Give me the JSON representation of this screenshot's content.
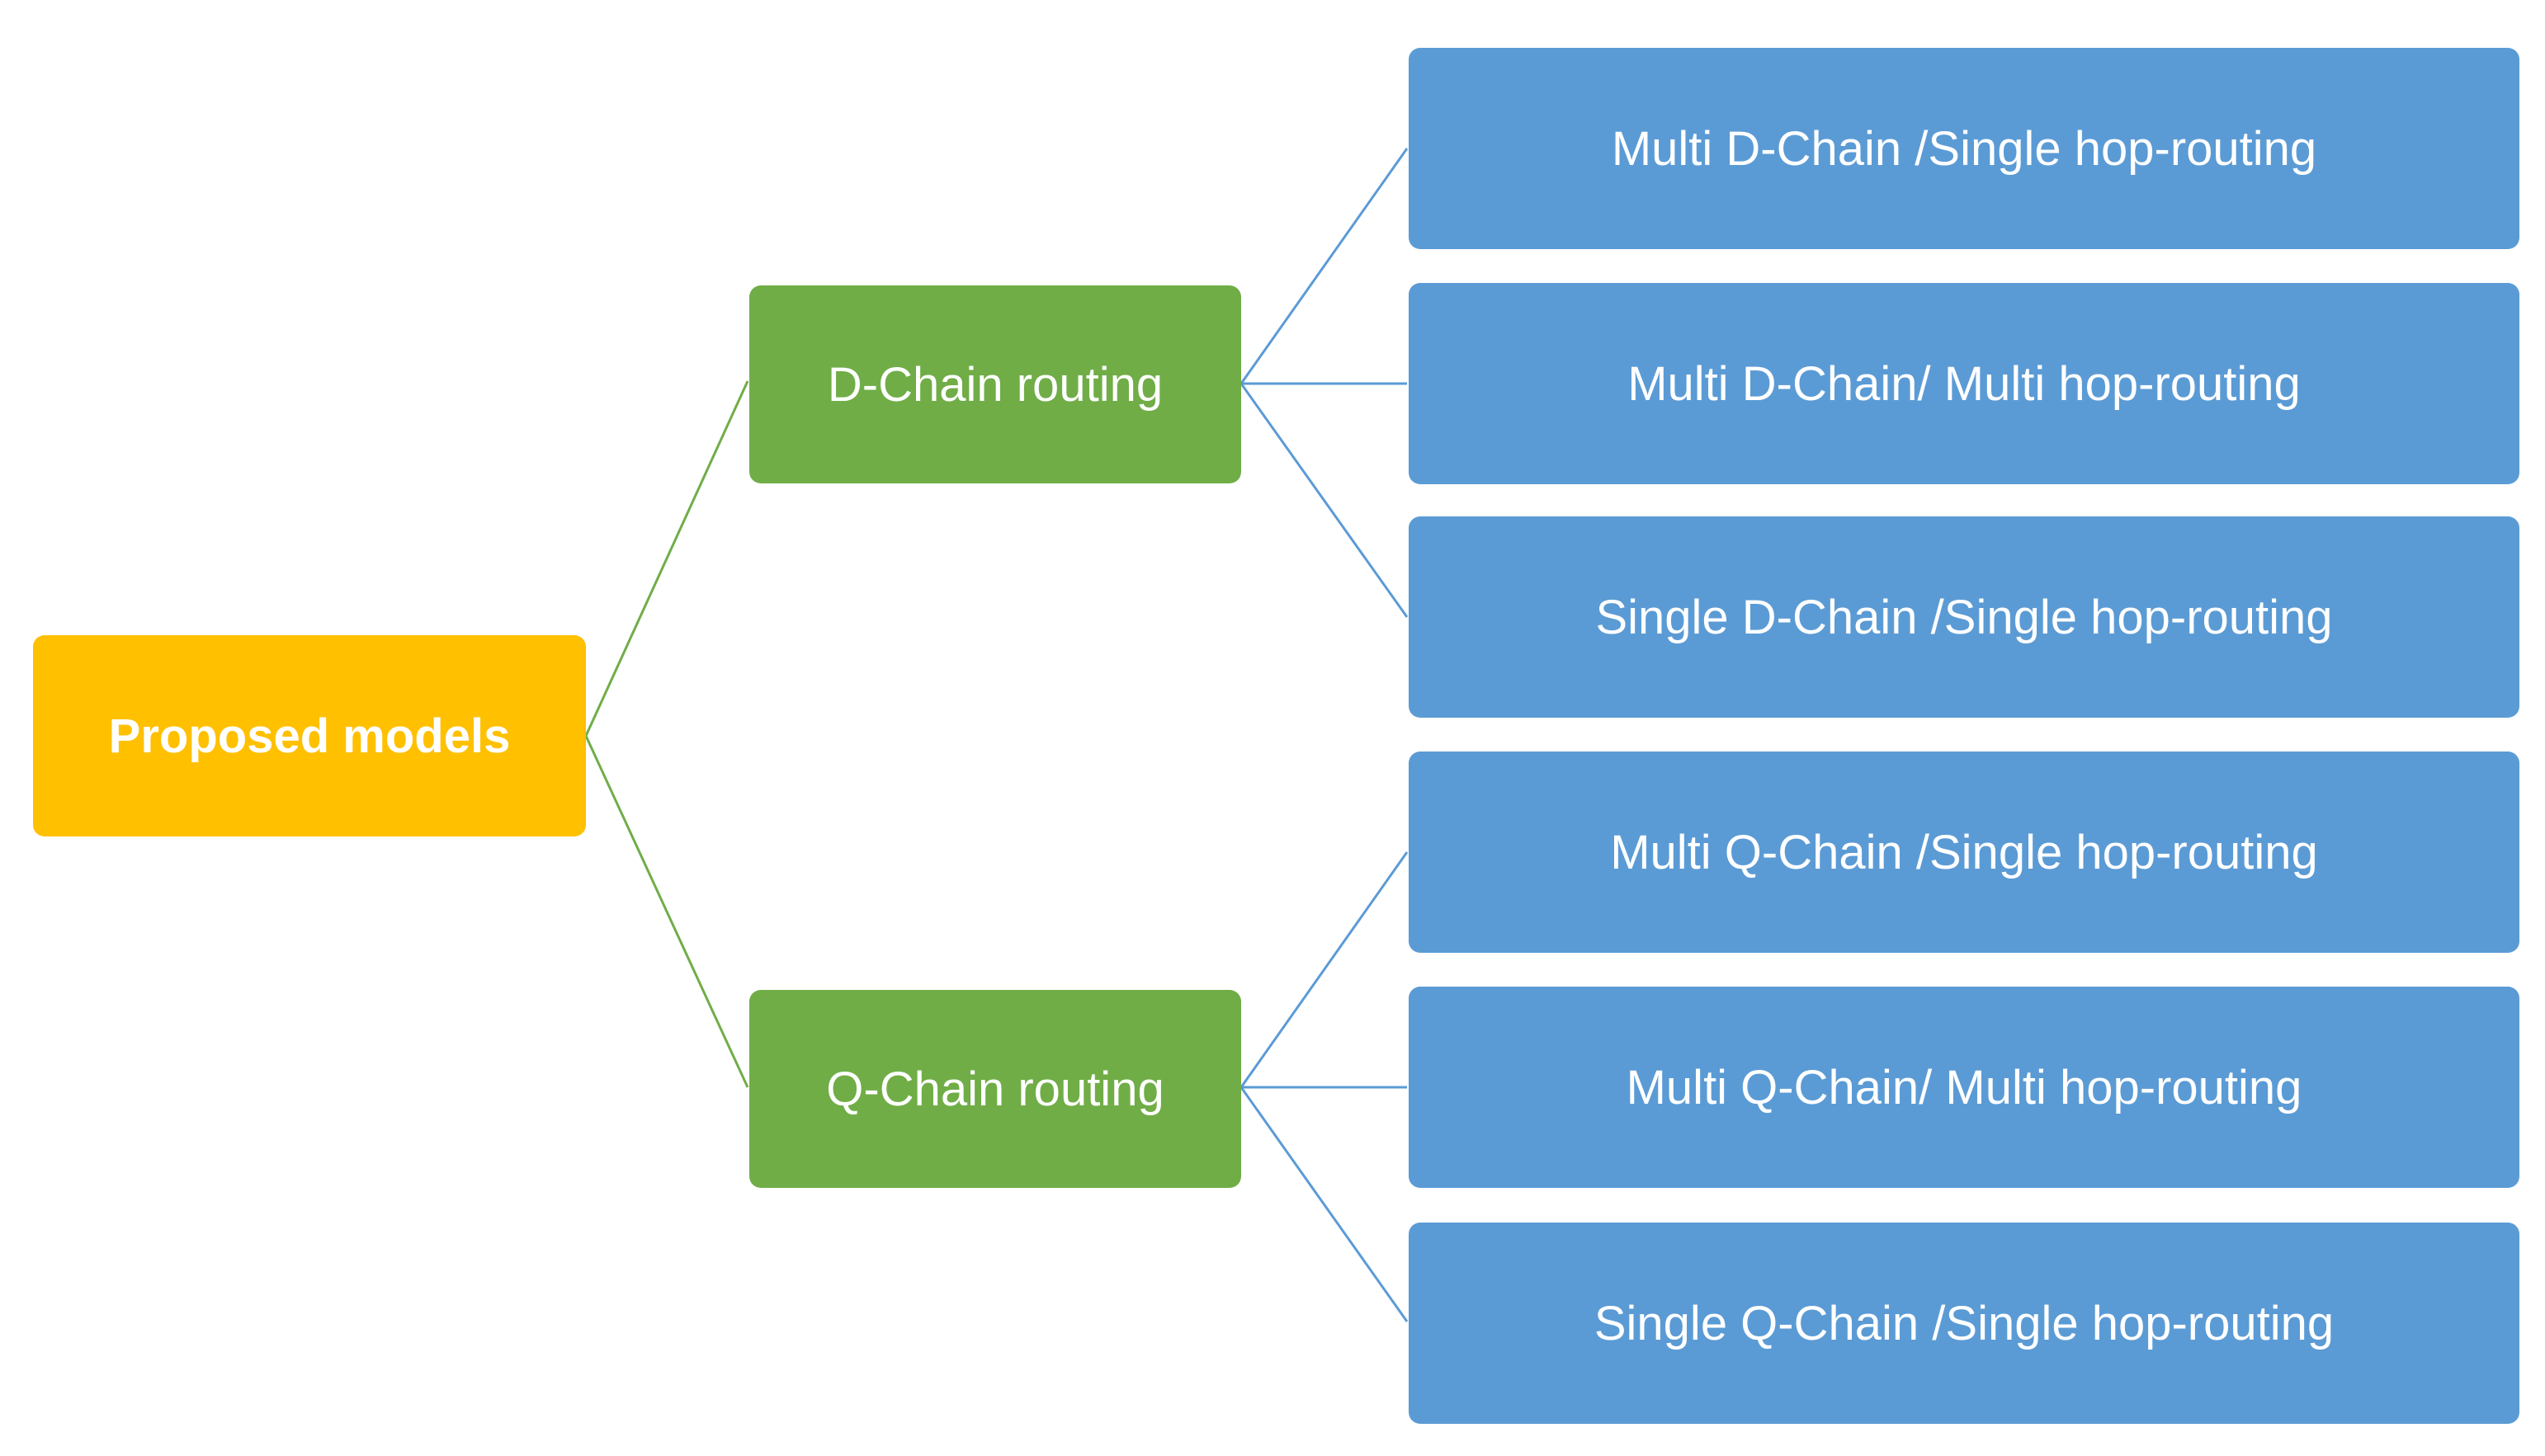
{
  "diagram": {
    "root": {
      "label": "Proposed models",
      "color": "#ffc000"
    },
    "branches": [
      {
        "label": "D-Chain routing",
        "color": "#70ad47",
        "children": [
          "Multi D-Chain /Single hop-routing",
          "Multi D-Chain/ Multi hop-routing",
          "Single D-Chain /Single hop-routing"
        ]
      },
      {
        "label": "Q-Chain routing",
        "color": "#70ad47",
        "children": [
          "Multi Q-Chain /Single hop-routing",
          "Multi Q-Chain/ Multi hop-routing",
          "Single Q-Chain /Single hop-routing"
        ]
      }
    ],
    "leaf_color": "#5b9bd5",
    "root_connector_color": "#70ad47",
    "leaf_connector_color": "#5b9bd5"
  }
}
